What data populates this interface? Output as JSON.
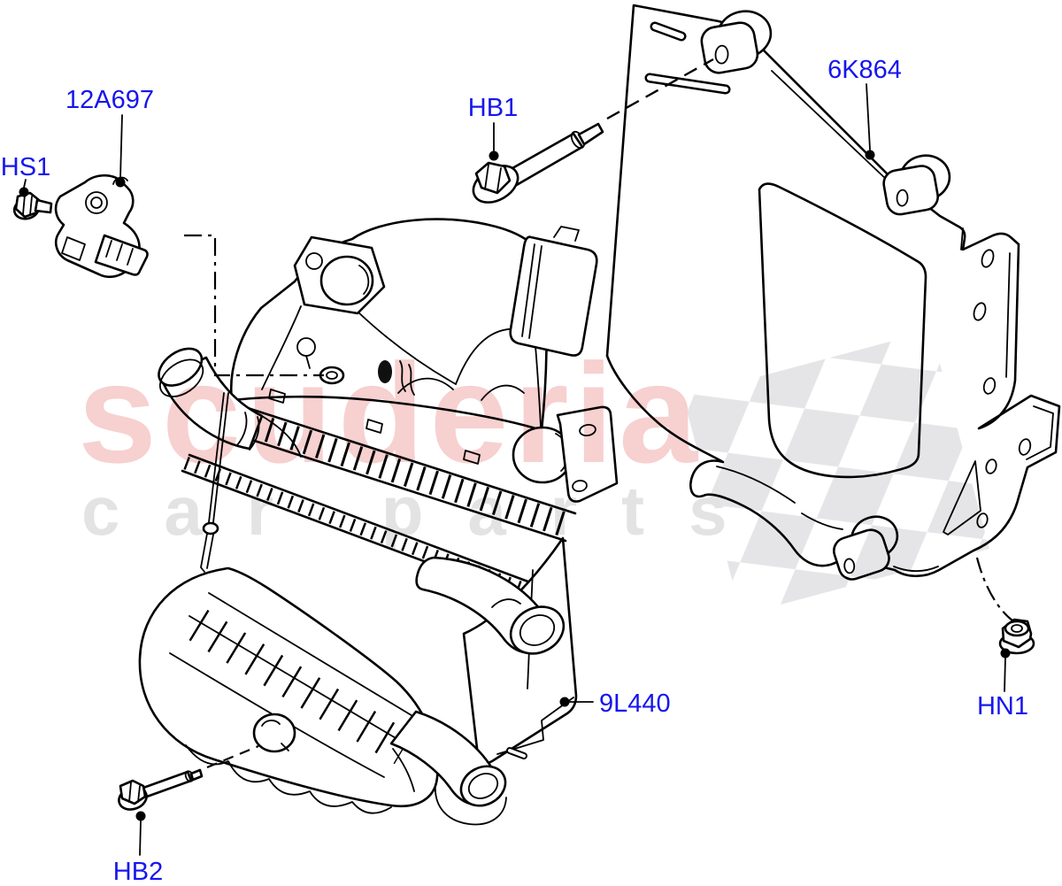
{
  "diagram": {
    "background_color": "#ffffff",
    "line_color": "#000000",
    "label_color": "#1616ee",
    "callouts": [
      {
        "code": "12A697"
      },
      {
        "code": "HS1"
      },
      {
        "code": "HB1"
      },
      {
        "code": "6K864"
      },
      {
        "code": "9L440"
      },
      {
        "code": "HN1"
      },
      {
        "code": "HB2"
      }
    ]
  },
  "watermark": {
    "brand": "scuderia",
    "brand_sub": "car parts",
    "brand_color": "#f7d0d0",
    "sub_color": "#e3e3e3",
    "checker_color": "#e5e5e8"
  }
}
